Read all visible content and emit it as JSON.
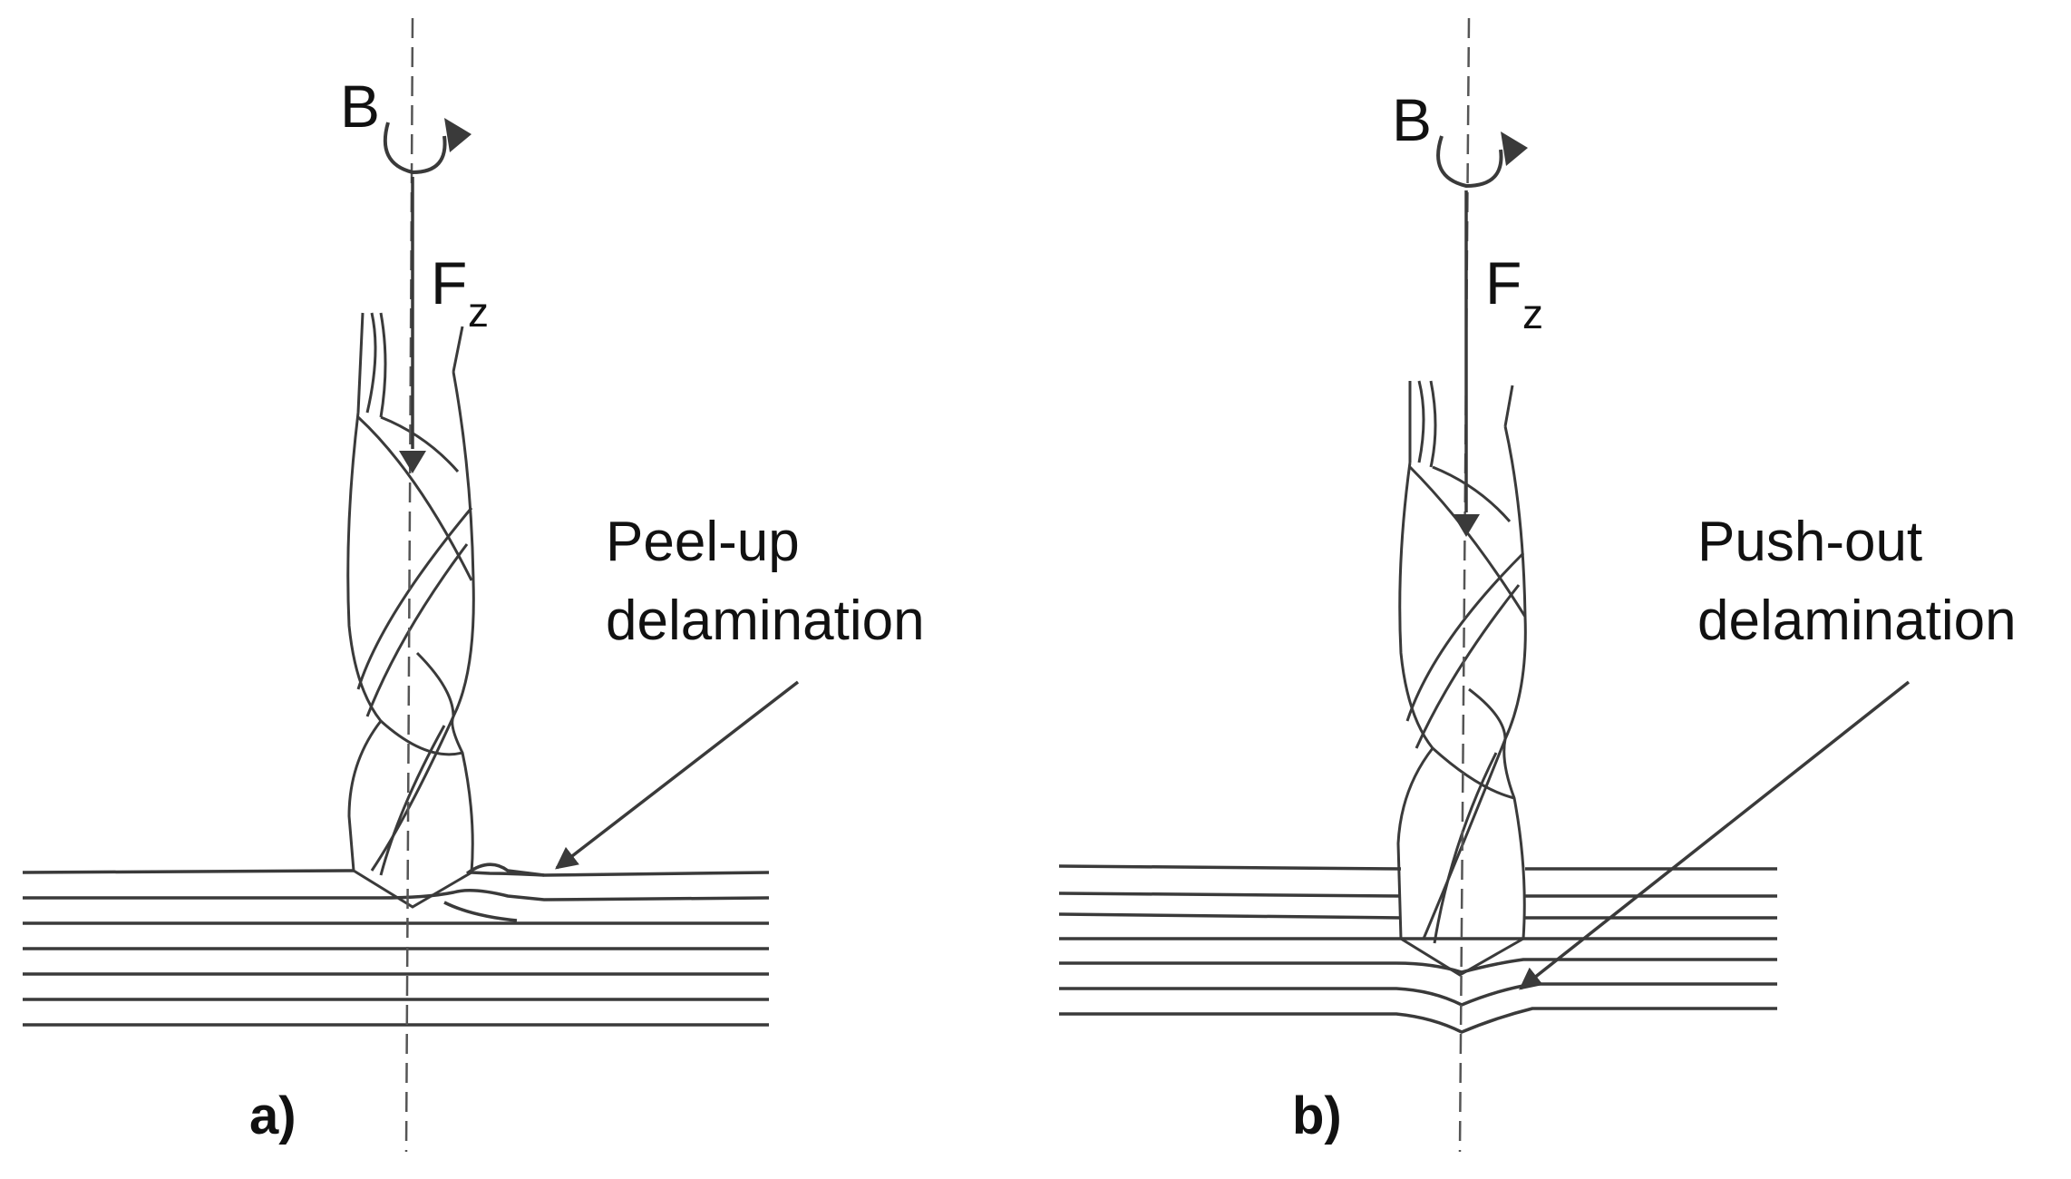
{
  "panels": [
    {
      "id": "a",
      "panel_label": "a)",
      "rotation_label": "B",
      "force_label": "F",
      "force_subscript": "z",
      "annotation_line1": "Peel-up",
      "annotation_line2": "delamination"
    },
    {
      "id": "b",
      "panel_label": "b)",
      "rotation_label": "B",
      "force_label": "F",
      "force_subscript": "z",
      "annotation_line1": "Push-out",
      "annotation_line2": "delamination"
    }
  ],
  "colors": {
    "stroke": "#3a3a3a",
    "axis": "#555555",
    "text": "#111111"
  }
}
